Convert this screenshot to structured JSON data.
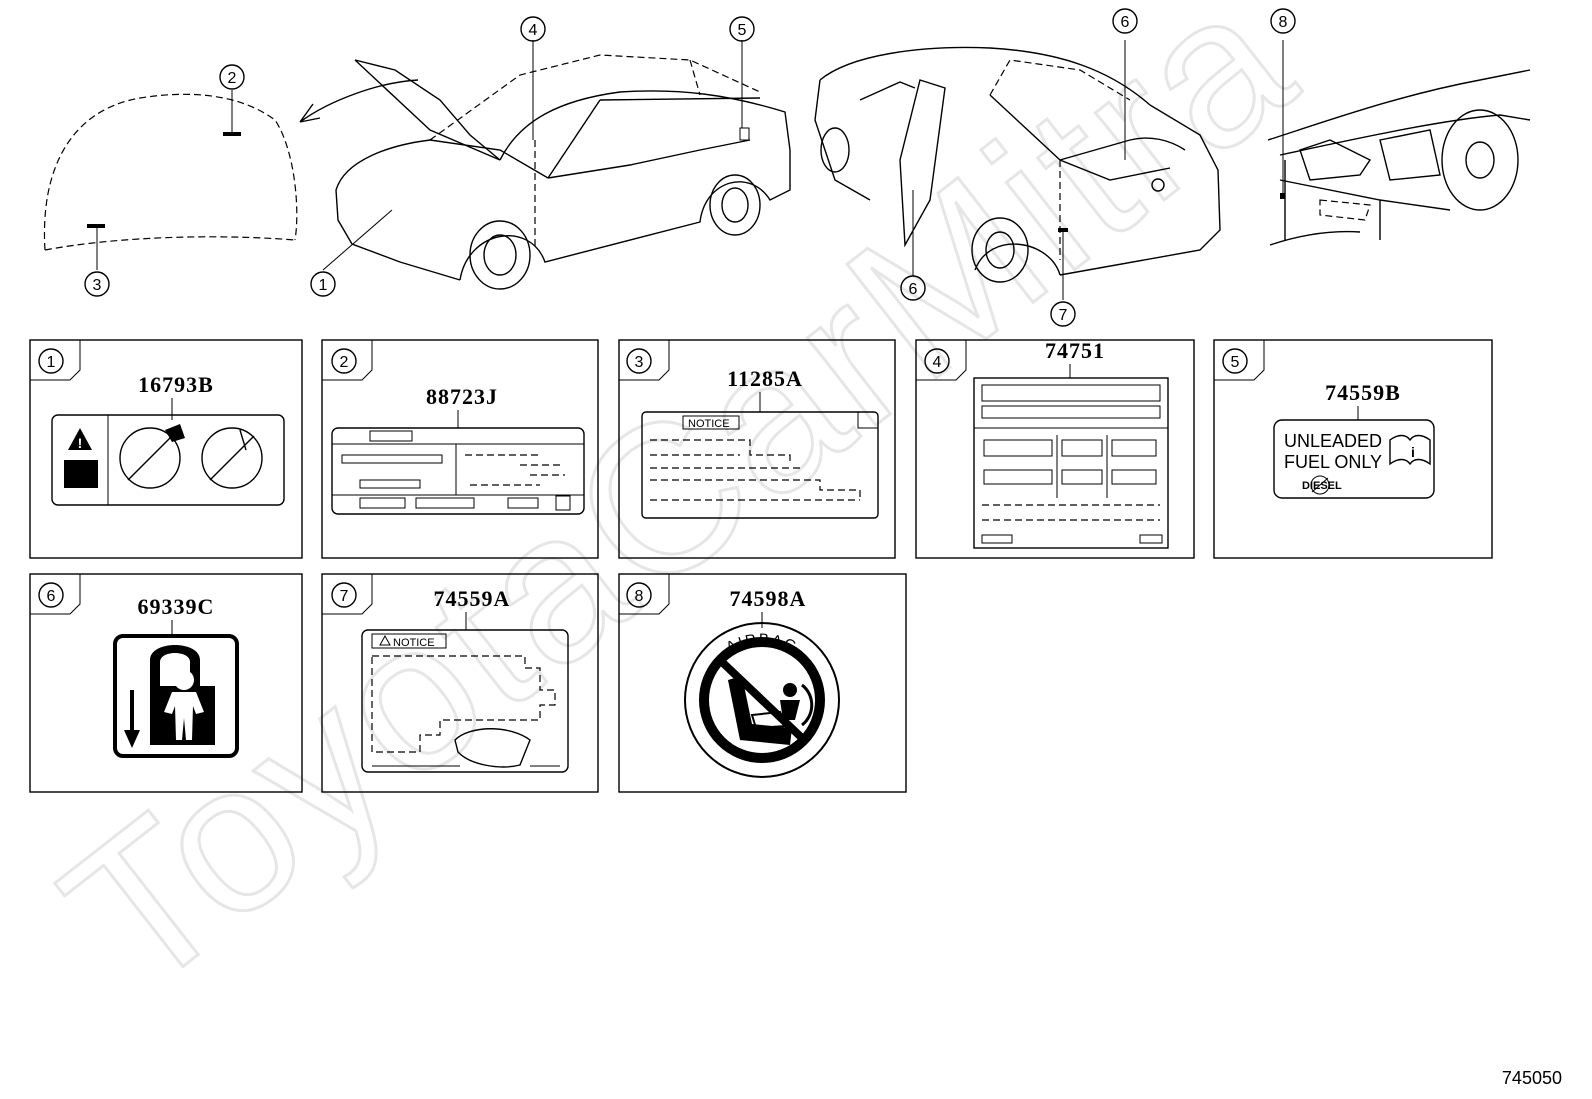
{
  "watermark": "ToyotaCarMitra",
  "diagram_id": "745050",
  "callouts": [
    "1",
    "2",
    "3",
    "4",
    "5",
    "6",
    "7",
    "8"
  ],
  "panels": [
    {
      "num": "1",
      "part_number": "16793B"
    },
    {
      "num": "2",
      "part_number": "88723J"
    },
    {
      "num": "3",
      "part_number": "11285A",
      "label_text": "NOTICE"
    },
    {
      "num": "4",
      "part_number": "74751"
    },
    {
      "num": "5",
      "part_number": "74559B",
      "label_line1": "UNLEADED",
      "label_line2": "FUEL ONLY",
      "label_line3": "DIESEL"
    },
    {
      "num": "6",
      "part_number": "69339C"
    },
    {
      "num": "7",
      "part_number": "74559A",
      "label_text": "NOTICE"
    },
    {
      "num": "8",
      "part_number": "74598A",
      "label_text": "AIRBAG"
    }
  ]
}
